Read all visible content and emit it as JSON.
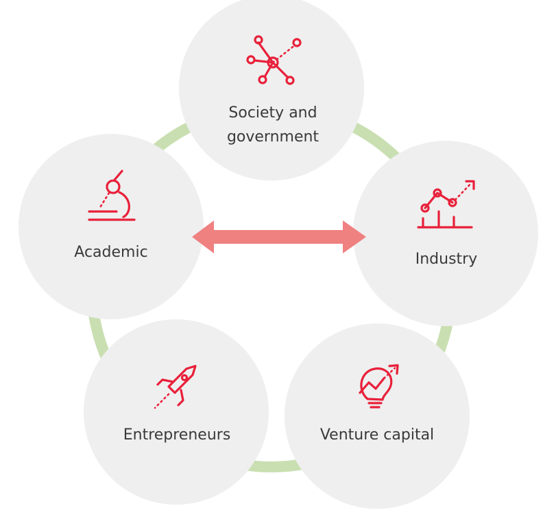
{
  "colors": {
    "ring": "#c9dfb1",
    "node_fill": "#efefef",
    "icon": "#e8203a",
    "arrow": "#f08181",
    "label": "#3a3a3a"
  },
  "nodes": {
    "society": {
      "label_line1": "Society and",
      "label_line2": "government",
      "icon": "network-nodes-icon"
    },
    "academic": {
      "label": "Academic",
      "icon": "microscope-icon"
    },
    "industry": {
      "label": "Industry",
      "icon": "growth-chart-icon"
    },
    "entrepreneurs": {
      "label": "Entrepreneurs",
      "icon": "rocket-icon"
    },
    "venture_capital": {
      "label": "Venture capital",
      "icon": "lightbulb-growth-icon"
    }
  },
  "connector": {
    "type": "double-headed-arrow",
    "from": "Academic",
    "to": "Industry"
  }
}
